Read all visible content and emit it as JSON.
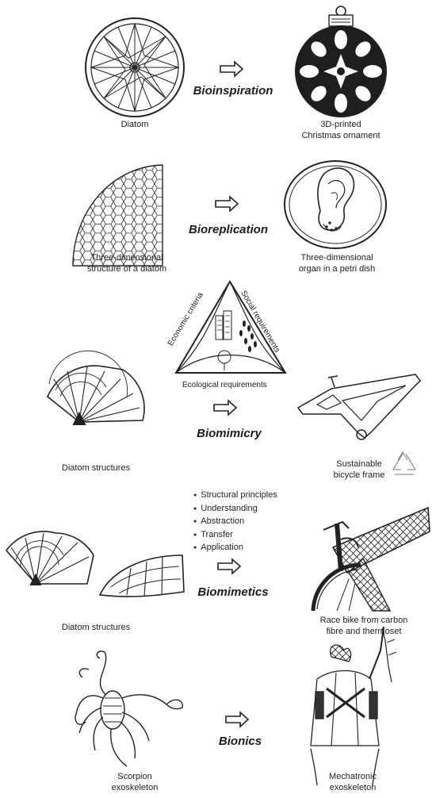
{
  "sections": {
    "bioinspiration": {
      "title": "Bioinspiration",
      "left_label": "Diatom",
      "right_label_line1": "3D-printed",
      "right_label_line2": "Christmas ornament"
    },
    "bioreplication": {
      "title": "Bioreplication",
      "left_label_line1": "Three-dimensional",
      "left_label_line2": "structure of a diatom",
      "right_label_line1": "Three-dimensional",
      "right_label_line2": "organ in a petri dish"
    },
    "biomimicry": {
      "title": "Biomimicry",
      "triangle": {
        "left_edge": "Economic criteria",
        "right_edge": "Social requirements",
        "bottom_edge": "Ecological requirements"
      },
      "left_label": "Diatom structures",
      "right_label_line1": "Sustainable",
      "right_label_line2": "bicycle frame"
    },
    "biomimetics": {
      "title": "Biomimetics",
      "bullets": [
        "Structural principles",
        "Understanding",
        "Abstraction",
        "Transfer",
        "Application"
      ],
      "left_label": "Diatom structures",
      "right_label_line1": "Race bike from carbon",
      "right_label_line2": "fibre and thermoset"
    },
    "bionics": {
      "title": "Bionics",
      "left_label_line1": "Scorpion",
      "left_label_line2": "exoskeleton",
      "right_label_line1": "Mechatronic",
      "right_label_line2": "exoskeleton"
    }
  },
  "icons": [
    "diatom-drawing",
    "ornament-drawing",
    "hexagon-diatom-drawing",
    "ear-petri-dish-drawing",
    "sustainability-triangle",
    "diatom-fan-drawing",
    "bicycle-frame-drawing",
    "recycle-icon",
    "race-bike-drawing",
    "scorpion-drawing",
    "exoskeleton-drawing",
    "arrow-icon"
  ]
}
